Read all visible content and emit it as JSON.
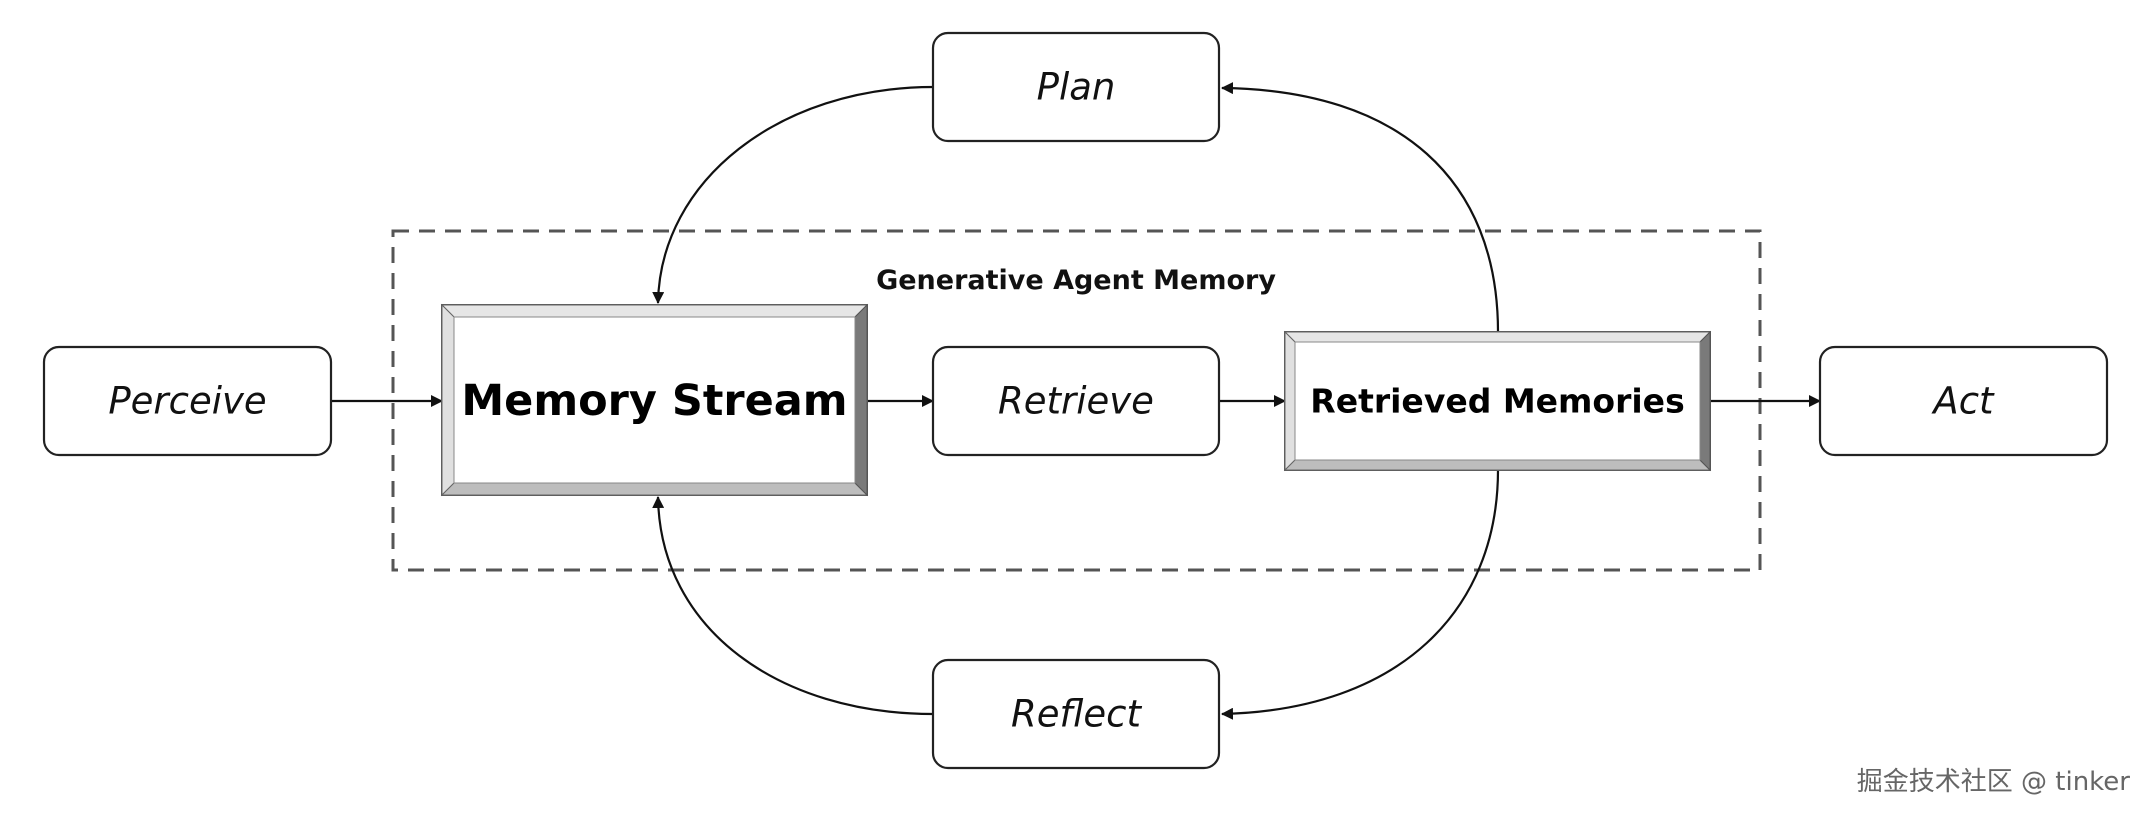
{
  "diagram": {
    "group_label": "Generative Agent Memory",
    "nodes": {
      "perceive": "Perceive",
      "memory_stream": "Memory Stream",
      "retrieve": "Retrieve",
      "retrieved_memories": "Retrieved Memories",
      "act": "Act",
      "plan": "Plan",
      "reflect": "Reflect"
    },
    "colors": {
      "stroke": "#222222",
      "dashed_border": "#555555",
      "bevel_light": "#e6e6e6",
      "bevel_mid": "#bdbdbd",
      "bevel_dark": "#7a7a7a"
    }
  },
  "watermark": "掘金技术社区 @ tinker"
}
